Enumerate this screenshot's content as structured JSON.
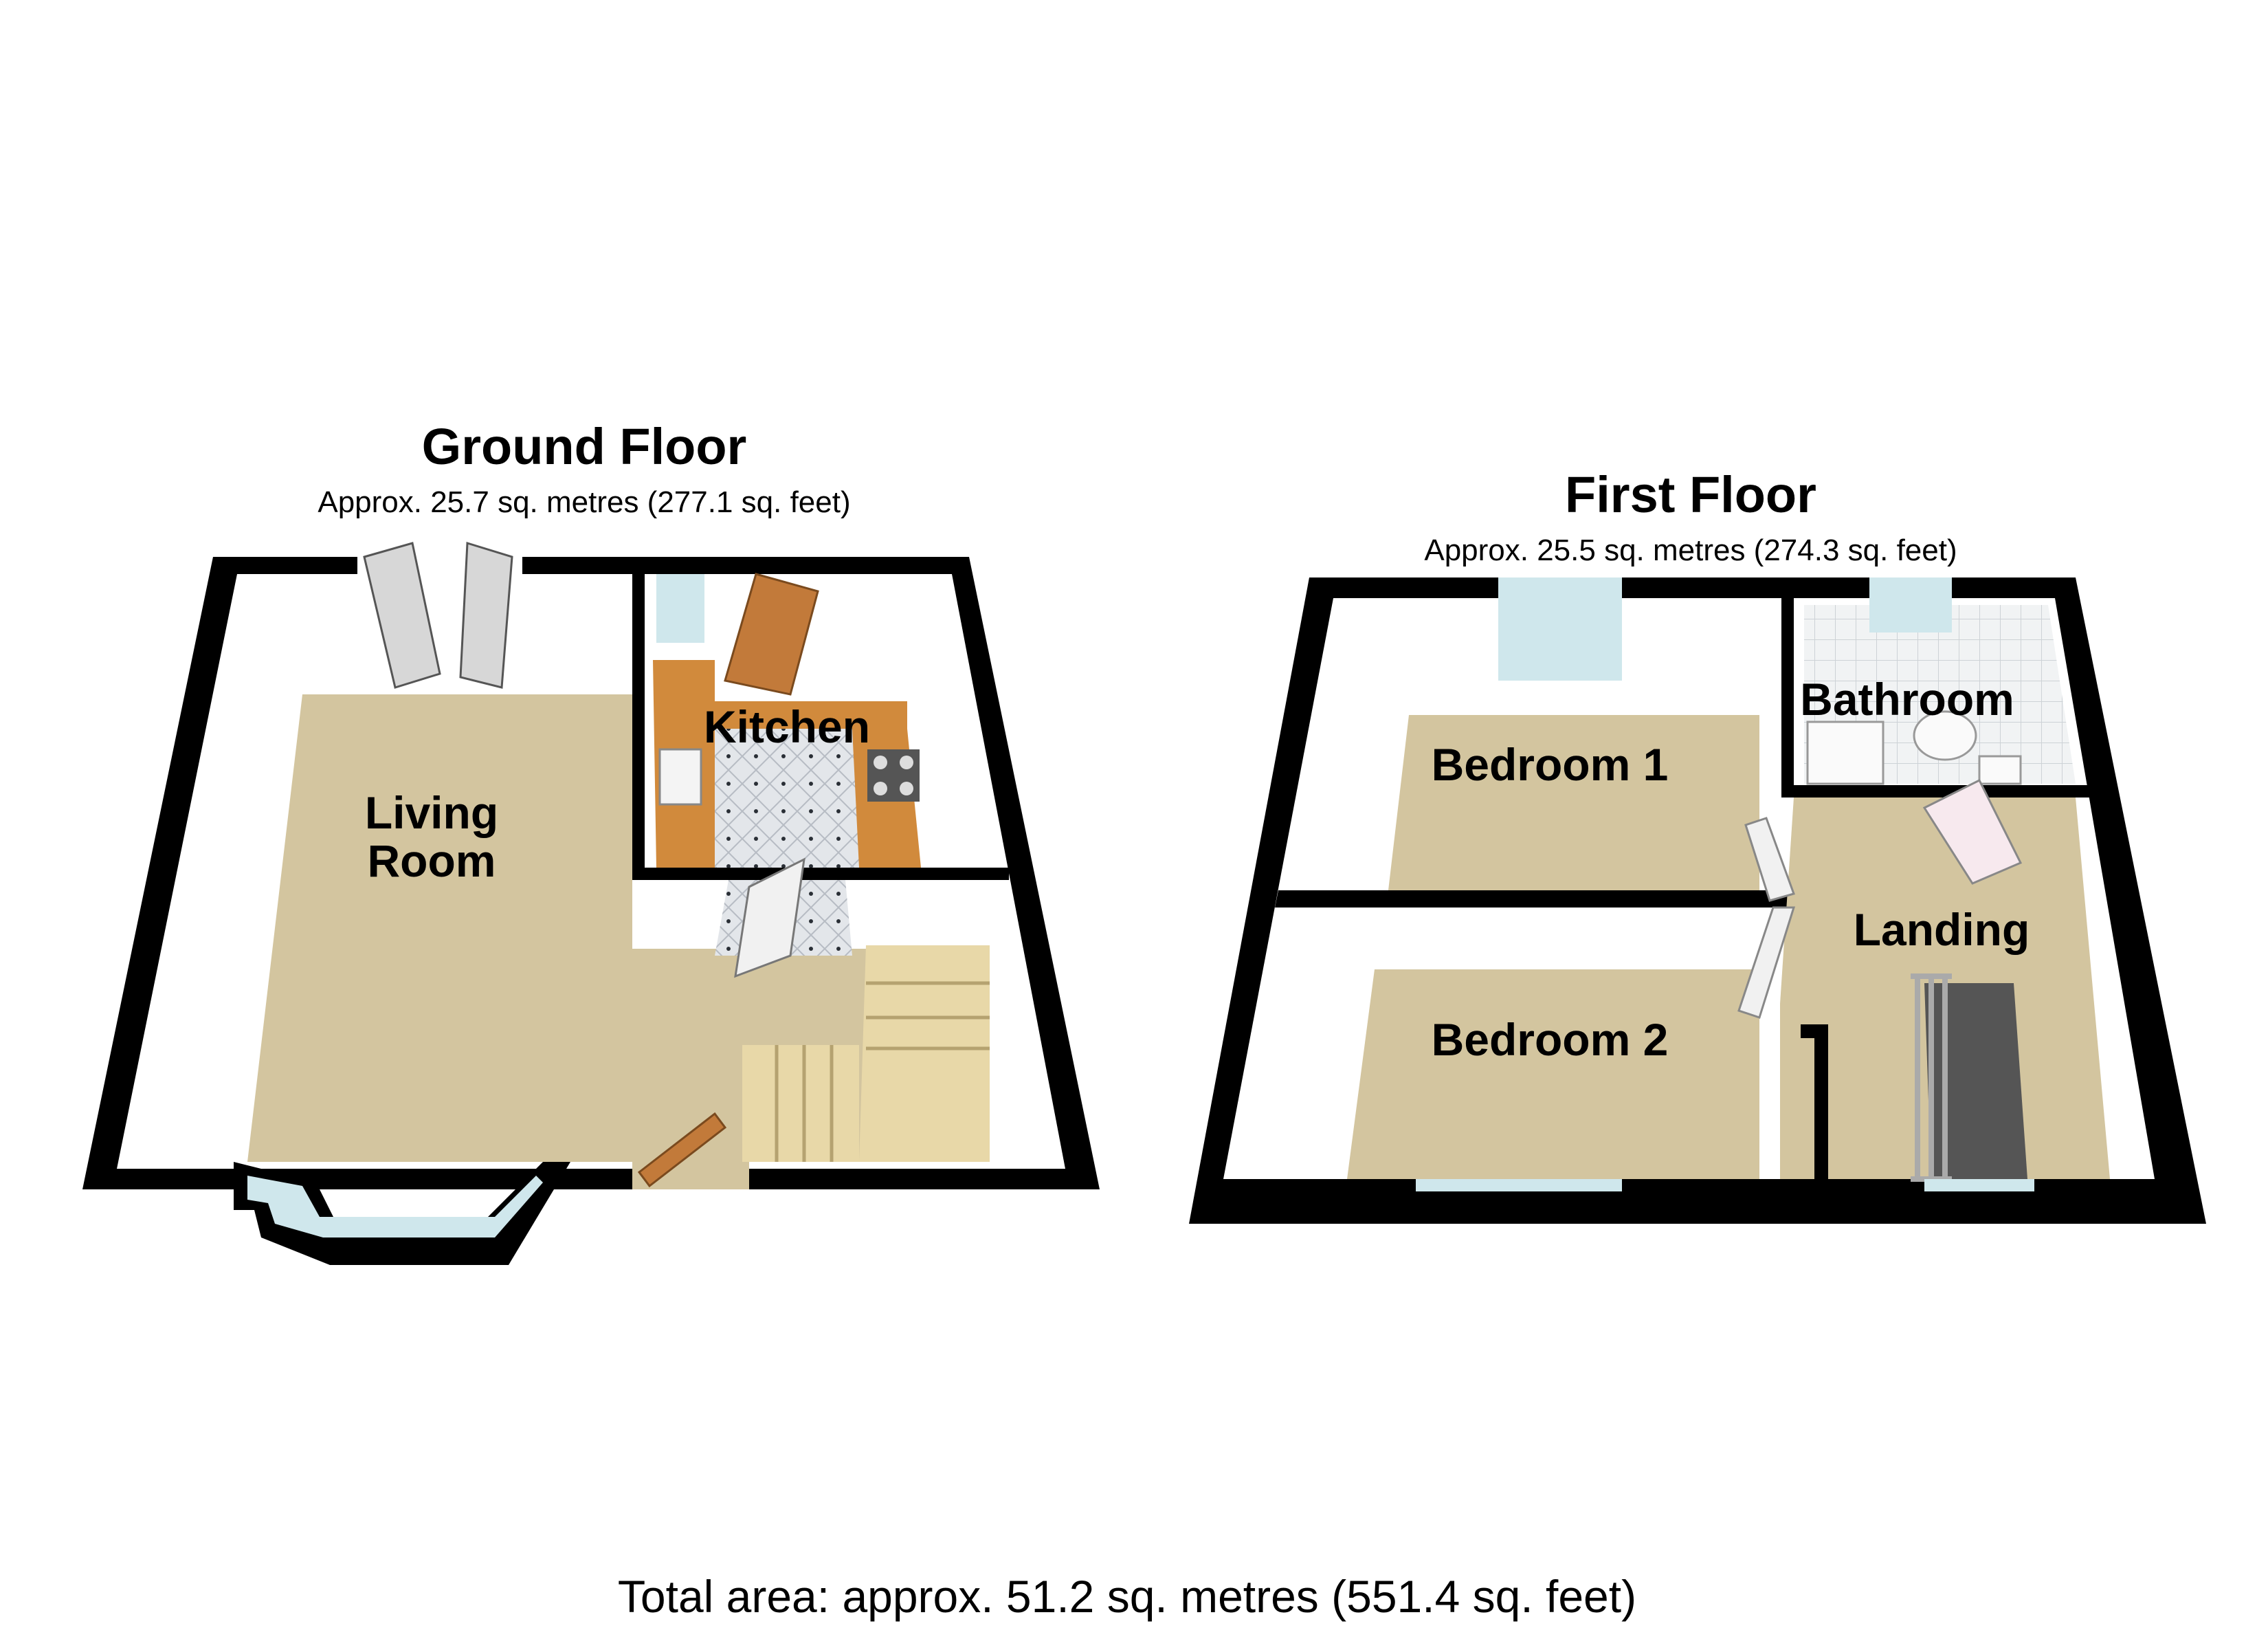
{
  "floors": {
    "ground": {
      "title": "Ground Floor",
      "area": "Approx. 25.7 sq. metres (277.1 sq. feet)",
      "rooms": {
        "living_line1": "Living",
        "living_line2": "Room",
        "kitchen": "Kitchen"
      }
    },
    "first": {
      "title": "First Floor",
      "area": "Approx. 25.5 sq. metres (274.3 sq. feet)",
      "rooms": {
        "bedroom1": "Bedroom 1",
        "bedroom2": "Bedroom 2",
        "bathroom": "Bathroom",
        "landing": "Landing"
      }
    }
  },
  "total_area": "Total area: approx. 51.2 sq. metres (551.4 sq. feet)",
  "colors": {
    "wall": "#000000",
    "carpet": "#d3c59f",
    "wall_face": "#ffffff",
    "tile": "#e3e6ea",
    "worktop": "#d18a3c",
    "door": "#c27a3a",
    "window": "#cfe7ec",
    "stairs": "#e8d8a8"
  }
}
